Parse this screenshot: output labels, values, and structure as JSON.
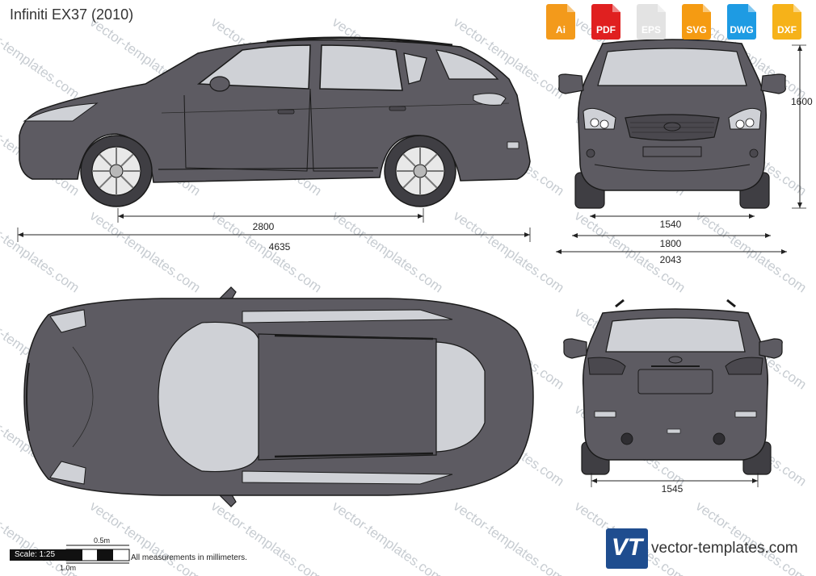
{
  "title": "Infiniti EX37 (2010)",
  "formats": [
    {
      "label": "Ai",
      "color": "#f39a1b",
      "icon": "ai-file-icon"
    },
    {
      "label": "PDF",
      "color": "#e02020",
      "icon": "pdf-file-icon"
    },
    {
      "label": "EPS",
      "color": "#e3e3e3",
      "icon": "eps-file-icon"
    },
    {
      "label": "SVG",
      "color": "#f59b12",
      "icon": "svg-file-icon"
    },
    {
      "label": "DWG",
      "color": "#1e9be3",
      "icon": "dwg-file-icon"
    },
    {
      "label": "DXF",
      "color": "#f6b219",
      "icon": "dxf-file-icon"
    }
  ],
  "dimensions": {
    "wheelbase": "2800",
    "length": "4635",
    "height": "1600",
    "front_track": "1540",
    "width": "1800",
    "width_mirrors": "2043",
    "rear_track": "1545"
  },
  "scale": {
    "label": "Scale: 1:25",
    "half_meter": "0.5m",
    "one_meter": "1.0m"
  },
  "note": "All measurements in millimeters.",
  "watermark_text": "vector-templates.com",
  "logo": {
    "mark": "VT",
    "site": "vector-templates.com"
  },
  "colors": {
    "body": "#5d5b62",
    "glass": "#cfd1d6",
    "outline": "#1a1a1a",
    "wheel": "#e8e8e8"
  }
}
